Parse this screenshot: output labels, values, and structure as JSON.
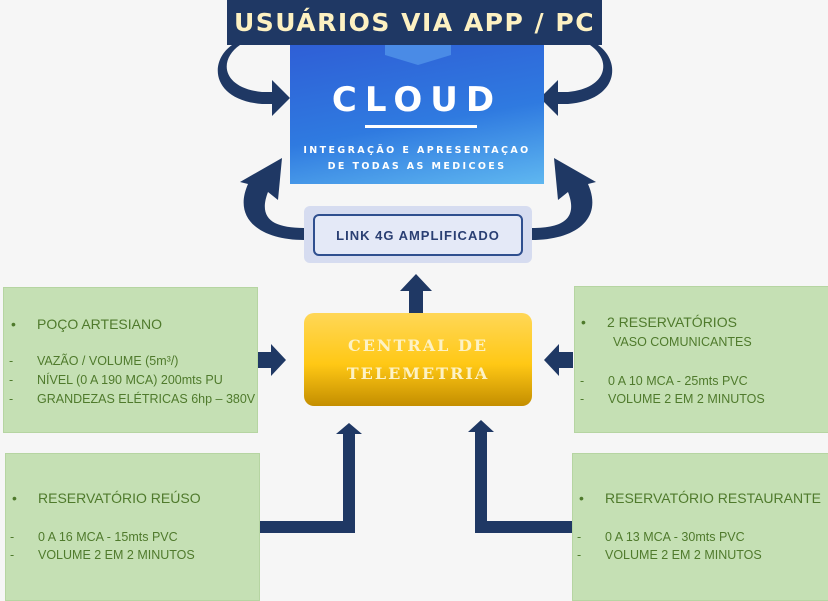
{
  "header": {
    "title": "USUÁRIOS VIA APP / PC"
  },
  "cloud": {
    "title": "CLOUD",
    "subtitle_line1": "INTEGRAÇÃO E APRESENTAÇAO",
    "subtitle_line2": "DE TODAS AS MEDICOES"
  },
  "link": {
    "label": "LINK 4G AMPLIFICADO"
  },
  "central": {
    "line1": "CENTRAL DE",
    "line2": "TELEMETRIA"
  },
  "sources": {
    "poco": {
      "bullet": "•",
      "title": "POÇO ARTESIANO",
      "items": [
        "VAZÃO / VOLUME (5m³/)",
        "NÍVEL (0 A 190 MCA) 200mts PU",
        "GRANDEZAS ELÉTRICAS 6hp – 380V"
      ]
    },
    "reservatorios": {
      "bullet": "•",
      "title": "2 RESERVATÓRIOS",
      "subtitle": "VASO COMUNICANTES",
      "items": [
        "0 A 10 MCA - 25mts PVC",
        "VOLUME 2 EM 2 MINUTOS"
      ]
    },
    "reuso": {
      "bullet": "•",
      "title": "RESERVATÓRIO REÚSO",
      "items": [
        "0 A 16 MCA - 15mts PVC",
        "VOLUME 2 EM 2 MINUTOS"
      ]
    },
    "restaurante": {
      "bullet": "•",
      "title": "RESERVATÓRIO RESTAURANTE",
      "items": [
        "0 A 13 MCA - 30mts PVC",
        "VOLUME 2 EM 2 MINUTOS"
      ]
    }
  },
  "dash": "-",
  "colors": {
    "navy": "#1f3864",
    "green_box": "#c5e0b4",
    "green_text": "#4f7a2c",
    "gold": "#ffc815"
  }
}
